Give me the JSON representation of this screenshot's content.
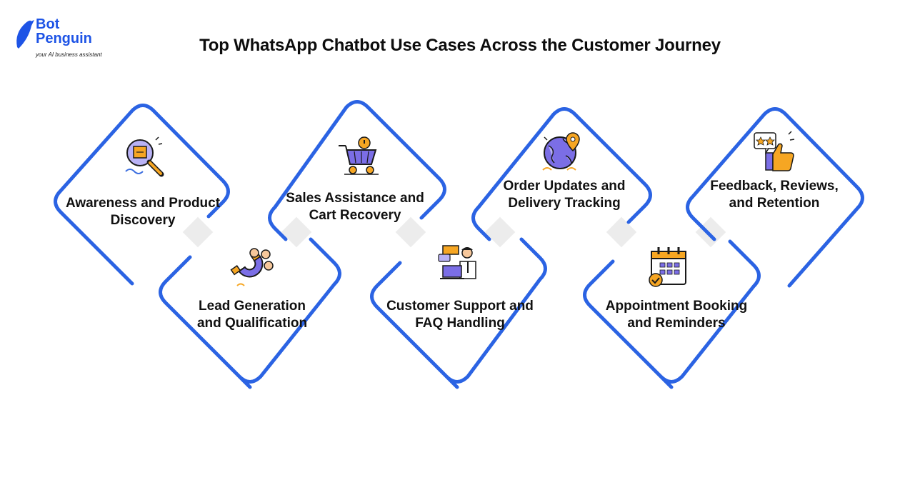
{
  "brand": {
    "name_line1": "Bot",
    "name_line2": "Penguin",
    "tagline": "your AI business assistant"
  },
  "title": "Top WhatsApp Chatbot Use Cases Across the Customer Journey",
  "colors": {
    "accent": "#2b63e3",
    "text": "#111111",
    "icon_purple": "#7b6ee6",
    "icon_orange": "#f6a623",
    "icon_blue": "#3d6fe0"
  },
  "cards": [
    {
      "line1": "Awareness and Product",
      "line2": "Discovery",
      "icon": "magnifier-box-icon"
    },
    {
      "line1": "Lead Generation",
      "line2": "and Qualification",
      "icon": "magnet-people-icon"
    },
    {
      "line1": "Sales Assistance and",
      "line2": "Cart Recovery",
      "icon": "shopping-cart-icon"
    },
    {
      "line1": "Customer Support and",
      "line2": "FAQ Handling",
      "icon": "support-agent-icon"
    },
    {
      "line1": "Order Updates and",
      "line2": "Delivery Tracking",
      "icon": "globe-location-icon"
    },
    {
      "line1": "Appointment Booking",
      "line2": "and Reminders",
      "icon": "calendar-check-icon"
    },
    {
      "line1": "Feedback, Reviews,",
      "line2": "and Retention",
      "icon": "thumbs-up-stars-icon"
    }
  ]
}
